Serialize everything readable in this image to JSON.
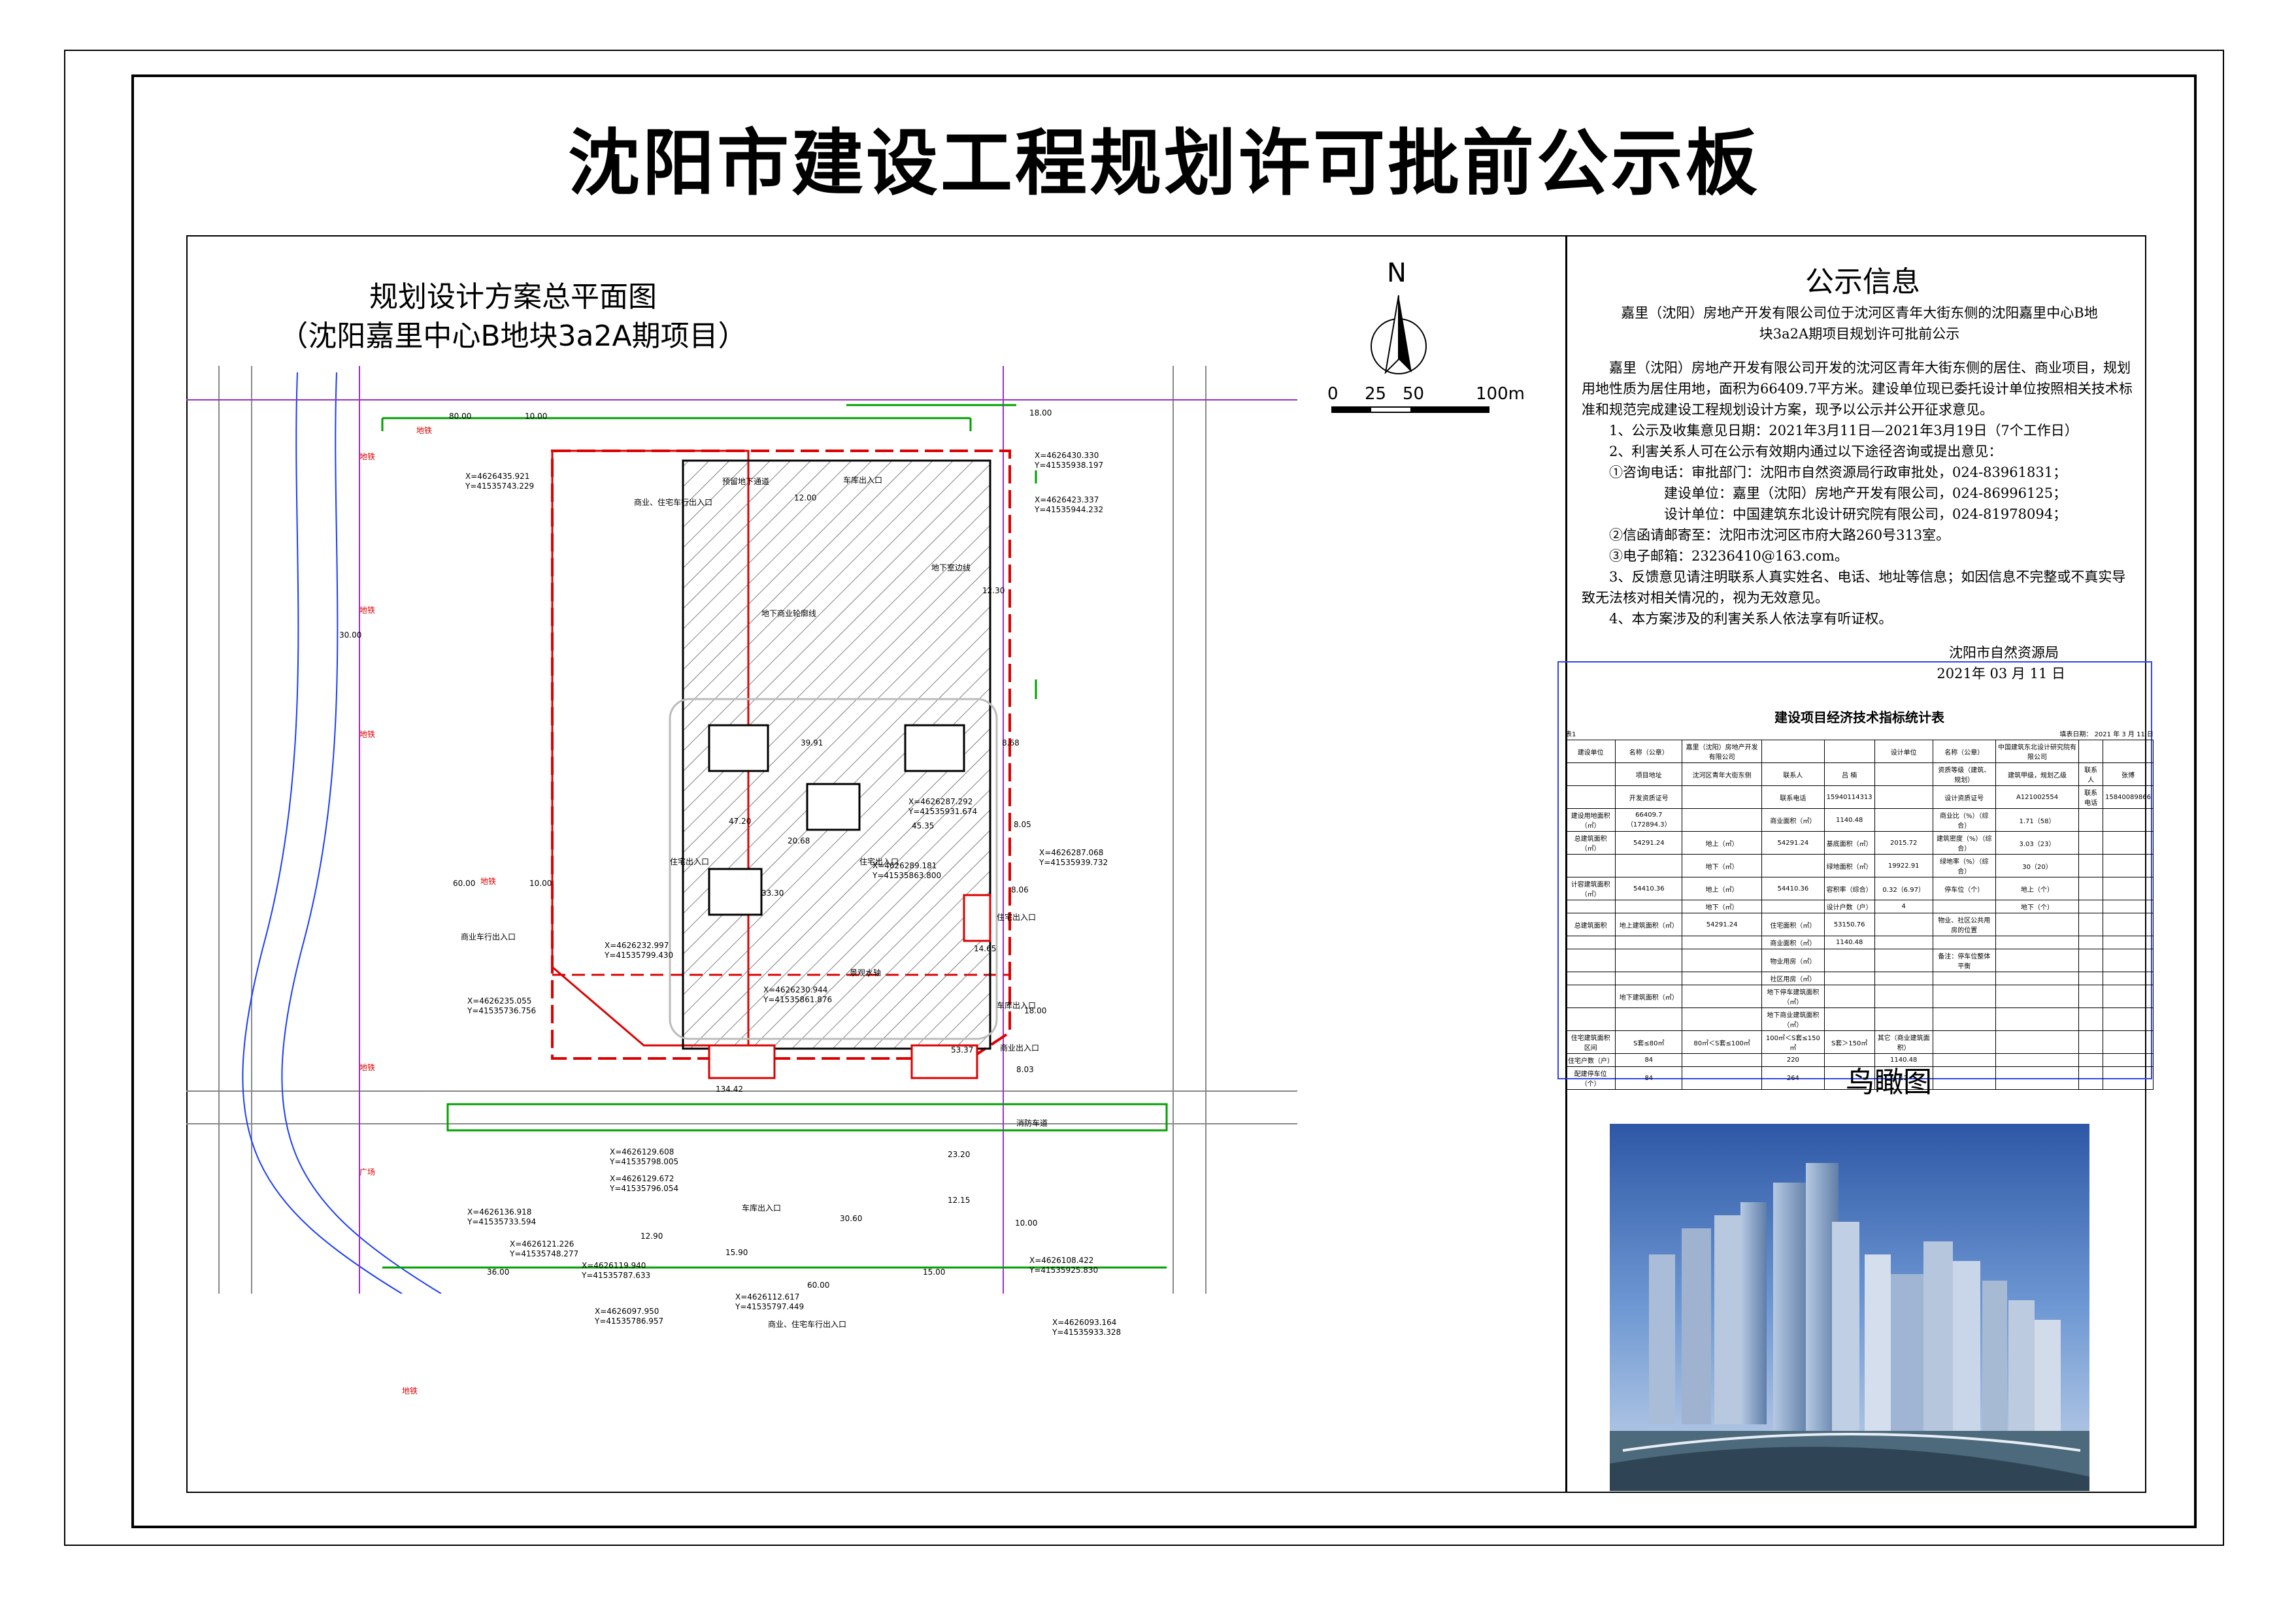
{
  "header": {
    "title": "沈阳市建设工程规划许可批前公示板"
  },
  "plan": {
    "title_line1": "规划设计方案总平面图",
    "title_line2": "（沈阳嘉里中心B地块3a2A期项目）",
    "north_label": "N",
    "scale": {
      "labels": [
        "0",
        "25",
        "50",
        "100m"
      ]
    },
    "dims": [
      "80.00",
      "10.00",
      "18.00",
      "12.00",
      "12.30",
      "30.00",
      "60.00",
      "10.00",
      "39.91",
      "8.68",
      "47.20",
      "20.68",
      "45.35",
      "8.05",
      "8.06",
      "14.65",
      "53.37",
      "18.00",
      "8.03",
      "134.42",
      "33.30",
      "23.20",
      "12.15",
      "30.60",
      "12.90",
      "15.90",
      "15.00",
      "10.00",
      "36.00",
      "60.00"
    ],
    "coords": [
      "X=4626435.921",
      "Y=41535743.229",
      "X=4626430.330",
      "Y=41535938.197",
      "X=4626423.337",
      "Y=41535944.232",
      "X=4626287.292",
      "Y=41535931.674",
      "X=4626287.068",
      "Y=41535939.732",
      "X=4626289.181",
      "Y=41535863.800",
      "X=4626232.997",
      "Y=41535799.430",
      "X=4626235.055",
      "Y=41535736.756",
      "X=4626230.944",
      "Y=41535861.876",
      "X=4626129.608",
      "Y=41535798.005",
      "X=4626129.672",
      "Y=41535796.054",
      "X=4626136.918",
      "Y=41535733.594",
      "X=4626121.226",
      "Y=41535748.277",
      "X=4626119.940",
      "Y=41535787.633",
      "X=4626108.422",
      "Y=41535925.830",
      "X=4626112.617",
      "Y=41535797.449",
      "X=4626097.950",
      "Y=41535786.957",
      "X=4626093.164",
      "Y=41535933.328"
    ],
    "labels": {
      "l1": "地铁",
      "l2": "地铁",
      "l3": "地铁",
      "l4": "地铁",
      "l5": "地铁",
      "l6": "地铁",
      "l7": "广场",
      "l8": "地铁",
      "entrance_commercial": "商业车行出入口",
      "entrance_top": "商业、住宅车行出入口",
      "entrance_top2": "预留地下通道",
      "entrance_top3": "车库出入口",
      "basement1": "地下室边线",
      "basement2": "地下商业轮廓线",
      "res_entry_a": "住宅出入口",
      "res_entry_b": "住宅出入口",
      "res_entry_c": "住宅出入口",
      "garage_e": "车库出入口",
      "garage_s": "车库出入口",
      "fire": "消防车道",
      "commercial_entry": "商业出入口",
      "bottom_entry": "商业、住宅车行出入口",
      "plaza": "景观水轴"
    }
  },
  "notice": {
    "title": "公示信息",
    "lines": [
      "嘉里（沈阳）房地产开发有限公司位于沈河区青年大街东侧的沈阳嘉里中心B地",
      "块3a2A期项目规划许可批前公示",
      "嘉里（沈阳）房地产开发有限公司开发的沈河区青年大街东侧的居住、商业项目，规划",
      "用地性质为居住用地，面积为66409.7平方米。建设单位现已委托设计单位按照相关技术标",
      "准和规范完成建设工程规划设计方案，现予以公示并公开征求意见。",
      "1、公示及收集意见日期：2021年3月11日—2021年3月19日（7个工作日）",
      "2、利害关系人可在公示有效期内通过以下途径咨询或提出意见：",
      "①咨询电话：审批部门：沈阳市自然资源局行政审批处，024-83961831；",
      "建设单位：嘉里（沈阳）房地产开发有限公司，024-86996125；",
      "设计单位：中国建筑东北设计研究院有限公司，024-81978094；",
      "②信函请邮寄至：沈阳市沈河区市府大路260号313室。",
      "③电子邮箱：23236410@163.com。",
      "3、反馈意见请注明联系人真实姓名、电话、地址等信息；如因信息不完整或不真实导",
      "致无法核对相关情况的，视为无效意见。",
      "4、本方案涉及的利害关系人依法享有听证权。",
      "沈阳市自然资源局",
      "2021年 03 月 11 日"
    ]
  },
  "stats": {
    "title": "建设项目经济技术指标统计表",
    "table_no": "表1",
    "date": "填表日期：  2021 年 3 月 11 日",
    "rows": [
      [
        "建设单位",
        "名称（公章）",
        "嘉里（沈阳）房地产开发有限公司",
        "",
        "",
        "设计单位",
        "名称（公章）",
        "中国建筑东北设计研究院有限公司",
        "",
        ""
      ],
      [
        "",
        "项目地址",
        "沈河区青年大街东侧",
        "联系人",
        "吕 楠",
        "",
        "资质等级（建筑、规划）",
        "建筑甲级，规划乙级",
        "联系人",
        "张博"
      ],
      [
        "",
        "开发资质证号",
        "",
        "联系电话",
        "15940114313",
        "",
        "设计资质证号",
        "A121002554",
        "联系电话",
        "15840089866"
      ],
      [
        "建设用地面积（㎡）",
        "66409.7（172894.3）",
        "",
        "商业面积（㎡）",
        "1140.48",
        "",
        "商业比（%）（综合）",
        "1.71（58）",
        "",
        ""
      ],
      [
        "总建筑面积（㎡）",
        "54291.24",
        "地上（㎡）",
        "54291.24",
        "基底面积（㎡）",
        "2015.72",
        "建筑密度（%）（综合）",
        "3.03（23）",
        "",
        ""
      ],
      [
        "",
        "",
        "地下（㎡）",
        "",
        "绿地面积（㎡）",
        "19922.91",
        "绿地率（%）（综合）",
        "30（20）",
        "",
        ""
      ],
      [
        "计容建筑面积（㎡）",
        "54410.36",
        "地上（㎡）",
        "54410.36",
        "容积率（综合）",
        "0.32（6.97）",
        "停车位（个）",
        "地上（个）",
        "",
        ""
      ],
      [
        "",
        "",
        "地下（㎡）",
        "",
        "设计户数（户）",
        "4",
        "",
        "地下（个）",
        "",
        ""
      ],
      [
        "总建筑面积",
        "地上建筑面积（㎡）",
        "54291.24",
        "住宅面积（㎡）",
        "53150.76",
        "",
        "物业、社区公共用房的位置",
        "",
        "",
        ""
      ],
      [
        "",
        "",
        "",
        "商业面积（㎡）",
        "1140.48",
        "",
        "",
        "",
        "",
        ""
      ],
      [
        "",
        "",
        "",
        "物业用房（㎡）",
        "",
        "",
        "备注：停车位整体平衡",
        "",
        "",
        ""
      ],
      [
        "",
        "",
        "",
        "社区用房（㎡）",
        "",
        "",
        "",
        "",
        "",
        ""
      ],
      [
        "",
        "地下建筑面积（㎡）",
        "",
        "地下停车建筑面积（㎡）",
        "",
        "",
        "",
        "",
        "",
        ""
      ],
      [
        "",
        "",
        "",
        "地下商业建筑面积（㎡）",
        "",
        "",
        "",
        "",
        "",
        ""
      ],
      [
        "住宅建筑面积区间",
        "S套≤80㎡",
        "80㎡＜S套≤100㎡",
        "100㎡＜S套≤150㎡",
        "S套＞150㎡",
        "其它（商业建筑面积）",
        "",
        "",
        "",
        ""
      ],
      [
        "住宅户数（户）",
        "84",
        "",
        "220",
        "",
        "1140.48",
        "",
        "",
        "",
        ""
      ],
      [
        "配建停车位（个）",
        "84",
        "",
        "264",
        "",
        "12",
        "",
        "",
        "",
        ""
      ]
    ]
  },
  "aerial": {
    "title": "鸟瞰图"
  }
}
